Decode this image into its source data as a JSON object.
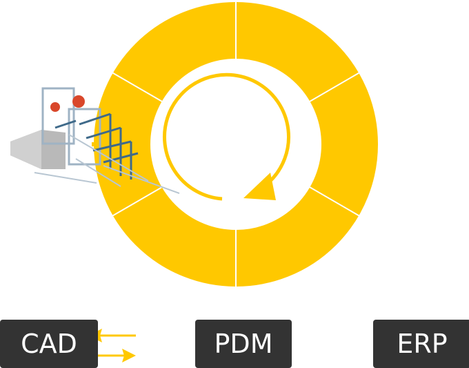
{
  "colors": {
    "accent": "#FFC800",
    "box": "#333333",
    "text": "#FFFFFF"
  },
  "cycle": {
    "segments": 6,
    "icon": "cycle-arrow-icon"
  },
  "illustration": {
    "icon": "plant-machinery-icon"
  },
  "systems": [
    {
      "label": "CAD"
    },
    {
      "label": "PDM"
    },
    {
      "label": "ERP"
    }
  ],
  "connectors": [
    {
      "icon": "bidirectional-arrows-icon"
    },
    {
      "icon": "bidirectional-arrows-icon"
    }
  ]
}
